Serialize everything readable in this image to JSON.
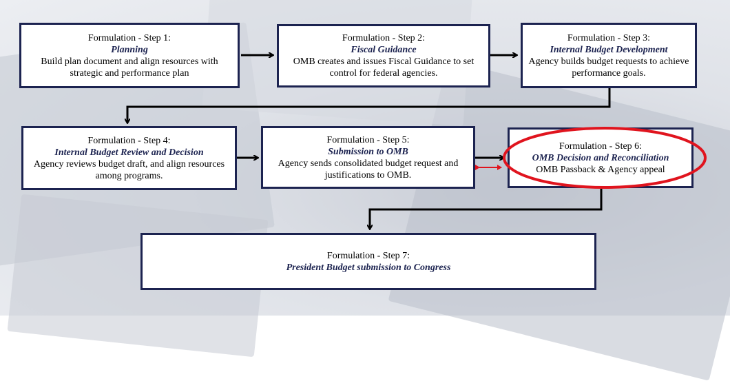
{
  "steps": [
    {
      "header": "Formulation - Step 1:",
      "title": "Planning",
      "desc": "Build plan document and align resources with strategic and performance plan"
    },
    {
      "header": "Formulation - Step 2:",
      "title": "Fiscal Guidance",
      "desc": "OMB creates and issues Fiscal Guidance to set control for federal agencies."
    },
    {
      "header": "Formulation - Step 3:",
      "title": "Internal Budget Development",
      "desc": "Agency builds budget requests to achieve performance goals."
    },
    {
      "header": "Formulation - Step 4:",
      "title": "Internal Budget Review and Decision",
      "desc": "Agency reviews budget draft, and align resources among programs."
    },
    {
      "header": "Formulation - Step 5:",
      "title": "Submission to OMB",
      "desc": "Agency sends consolidated budget request and justifications to OMB."
    },
    {
      "header": "Formulation - Step 6:",
      "title": "OMB Decision and Reconciliation",
      "desc": "OMB Passback & Agency appeal"
    },
    {
      "header": "Formulation - Step 7:",
      "title": "President Budget submission to Congress",
      "desc": ""
    }
  ],
  "colors": {
    "box_border": "#1c2350",
    "highlight": "#e0141e",
    "arrow": "#000000"
  }
}
